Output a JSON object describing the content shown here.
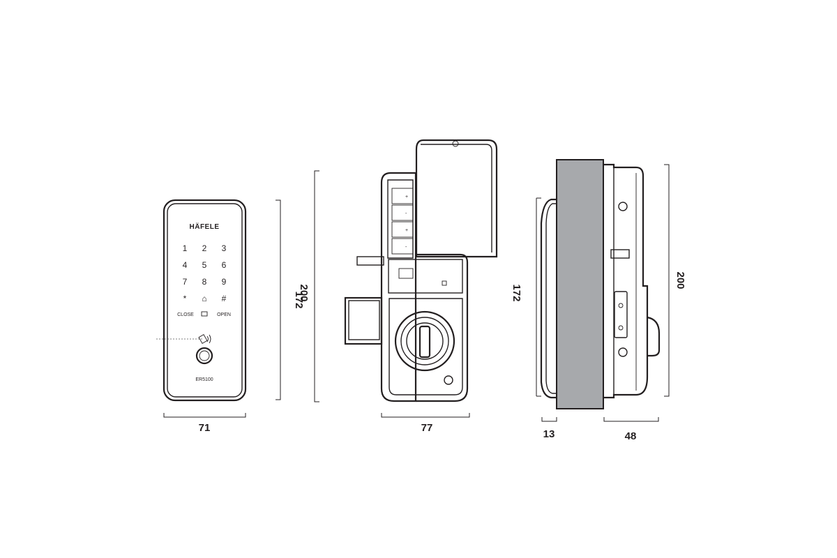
{
  "front_view": {
    "brand": "HÄFELE",
    "keys": [
      "1",
      "2",
      "3",
      "4",
      "5",
      "6",
      "7",
      "8",
      "9",
      "*",
      "⌂",
      "#"
    ],
    "close_label": "CLOSE",
    "open_label": "OPEN",
    "model": "ER5100"
  },
  "dimensions": {
    "front_width": "71",
    "front_height_outer": "200",
    "front_height_inner": "172",
    "back_width": "77",
    "side_height_left": "172",
    "side_height_right": "200",
    "side_front_thickness": "13",
    "side_back_depth": "48"
  },
  "colors": {
    "line": "#231f20",
    "door_fill": "#a7a9ac"
  }
}
